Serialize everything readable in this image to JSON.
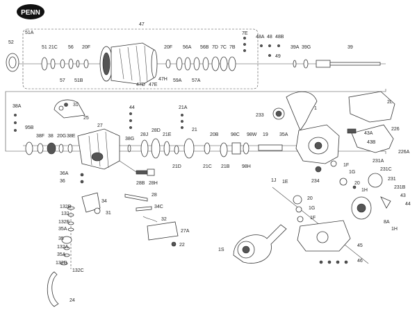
{
  "brand": {
    "logo_text": "PENN"
  },
  "diagram": {
    "colors": {
      "ink": "#333333",
      "logo_bg": "#111111",
      "paper": "#ffffff"
    },
    "labels": [
      {
        "id": "l47",
        "text": "47"
      },
      {
        "id": "l52",
        "text": "52"
      },
      {
        "id": "l51A",
        "text": "51A"
      },
      {
        "id": "l51",
        "text": "51"
      },
      {
        "id": "l21C_top",
        "text": "21C"
      },
      {
        "id": "l56",
        "text": "56"
      },
      {
        "id": "l20F_top",
        "text": "20F"
      },
      {
        "id": "l57",
        "text": "57"
      },
      {
        "id": "l51B",
        "text": "51B"
      },
      {
        "id": "l20F_mid",
        "text": "20F"
      },
      {
        "id": "l47D",
        "text": "47D"
      },
      {
        "id": "l47H",
        "text": "47H"
      },
      {
        "id": "l47E",
        "text": "47E"
      },
      {
        "id": "l56A",
        "text": "56A"
      },
      {
        "id": "l59A",
        "text": "59A"
      },
      {
        "id": "l56B",
        "text": "56B"
      },
      {
        "id": "l57A",
        "text": "57A"
      },
      {
        "id": "l7D",
        "text": "7D"
      },
      {
        "id": "l7C",
        "text": "7C"
      },
      {
        "id": "l7B",
        "text": "7B"
      },
      {
        "id": "l7E",
        "text": "7E"
      },
      {
        "id": "l48A",
        "text": "48A"
      },
      {
        "id": "l48",
        "text": "48"
      },
      {
        "id": "l48B",
        "text": "48B"
      },
      {
        "id": "l49",
        "text": "49"
      },
      {
        "id": "l39A",
        "text": "39A"
      },
      {
        "id": "l39G",
        "text": "39G"
      },
      {
        "id": "l39",
        "text": "39"
      },
      {
        "id": "l31_top",
        "text": "31"
      },
      {
        "id": "l25",
        "text": "25"
      },
      {
        "id": "l38A",
        "text": "38A"
      },
      {
        "id": "l95B",
        "text": "95B"
      },
      {
        "id": "l38F",
        "text": "38F"
      },
      {
        "id": "l38",
        "text": "38"
      },
      {
        "id": "l20G",
        "text": "20G"
      },
      {
        "id": "l38E",
        "text": "38E"
      },
      {
        "id": "l27",
        "text": "27"
      },
      {
        "id": "l44_top",
        "text": "44"
      },
      {
        "id": "l38G",
        "text": "38G"
      },
      {
        "id": "l28J",
        "text": "28J"
      },
      {
        "id": "l28D",
        "text": "28D"
      },
      {
        "id": "l21A",
        "text": "21A"
      },
      {
        "id": "l21E",
        "text": "21E"
      },
      {
        "id": "l21",
        "text": "21"
      },
      {
        "id": "l20B",
        "text": "20B"
      },
      {
        "id": "l98C",
        "text": "98C"
      },
      {
        "id": "l98W",
        "text": "98W"
      },
      {
        "id": "l19",
        "text": "19"
      },
      {
        "id": "l35A_mid",
        "text": "35A"
      },
      {
        "id": "l233",
        "text": "233"
      },
      {
        "id": "l1",
        "text": "1"
      },
      {
        "id": "l2L",
        "text": "2L"
      },
      {
        "id": "l226",
        "text": "226"
      },
      {
        "id": "l43A",
        "text": "43A"
      },
      {
        "id": "l43B",
        "text": "43B"
      },
      {
        "id": "l226A",
        "text": "226A"
      },
      {
        "id": "l21D",
        "text": "21D"
      },
      {
        "id": "l21C_mid",
        "text": "21C"
      },
      {
        "id": "l21B",
        "text": "21B"
      },
      {
        "id": "l98H",
        "text": "98H"
      },
      {
        "id": "l28B",
        "text": "28B"
      },
      {
        "id": "l28H",
        "text": "28H"
      },
      {
        "id": "l1J",
        "text": "1J"
      },
      {
        "id": "l1E",
        "text": "1E"
      },
      {
        "id": "l234",
        "text": "234"
      },
      {
        "id": "l1F_a",
        "text": "1F"
      },
      {
        "id": "l1G_a",
        "text": "1G"
      },
      {
        "id": "l20_a",
        "text": "20"
      },
      {
        "id": "l1H_a",
        "text": "1H"
      },
      {
        "id": "l231A",
        "text": "231A"
      },
      {
        "id": "l231C",
        "text": "231C"
      },
      {
        "id": "l231",
        "text": "231"
      },
      {
        "id": "l231B",
        "text": "231B"
      },
      {
        "id": "l43",
        "text": "43"
      },
      {
        "id": "l44_right",
        "text": "44"
      },
      {
        "id": "l36A",
        "text": "36A"
      },
      {
        "id": "l36",
        "text": "36"
      },
      {
        "id": "l34",
        "text": "34"
      },
      {
        "id": "l31_low",
        "text": "31"
      },
      {
        "id": "l28",
        "text": "28"
      },
      {
        "id": "l34C",
        "text": "34C"
      },
      {
        "id": "l32",
        "text": "32"
      },
      {
        "id": "l27A",
        "text": "27A"
      },
      {
        "id": "l22",
        "text": "22"
      },
      {
        "id": "l132B",
        "text": "132B"
      },
      {
        "id": "l132",
        "text": "132"
      },
      {
        "id": "l132E",
        "text": "132E"
      },
      {
        "id": "l35A_low",
        "text": "35A"
      },
      {
        "id": "l35",
        "text": "35"
      },
      {
        "id": "l132A",
        "text": "132A"
      },
      {
        "id": "l35A_low2",
        "text": "35A"
      },
      {
        "id": "l132D",
        "text": "132D"
      },
      {
        "id": "l132C",
        "text": "132C"
      },
      {
        "id": "l24",
        "text": "24"
      },
      {
        "id": "l20_b",
        "text": "20"
      },
      {
        "id": "l1G_b",
        "text": "1G"
      },
      {
        "id": "l1F_b",
        "text": "1F"
      },
      {
        "id": "l1S",
        "text": "1S"
      },
      {
        "id": "l45",
        "text": "45"
      },
      {
        "id": "l46",
        "text": "46"
      },
      {
        "id": "l8A",
        "text": "8A"
      },
      {
        "id": "l1H_b",
        "text": "1H"
      }
    ]
  }
}
